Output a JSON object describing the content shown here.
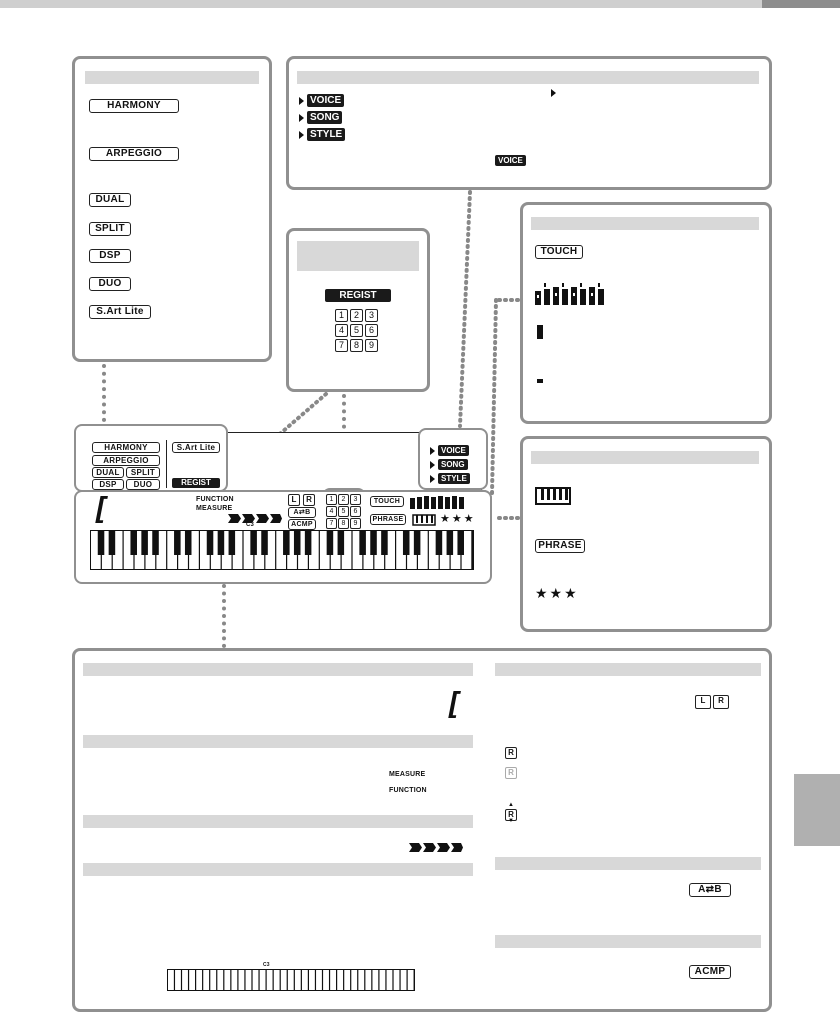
{
  "panel_labels": {
    "harmony": "HARMONY",
    "arpeggio": "ARPEGGIO",
    "dual": "DUAL",
    "split": "SPLIT",
    "dsp": "DSP",
    "duo": "DUO",
    "sart": "S.Art Lite",
    "voice": "VOICE",
    "song": "SONG",
    "style": "STYLE",
    "regist": "REGIST",
    "touch": "TOUCH",
    "phrase": "PHRASE",
    "stars": "★★★",
    "function": "FUNCTION",
    "measure": "MEASURE",
    "lr_l": "L",
    "lr_r": "R",
    "ab": "A⇄B",
    "acmp": "ACMP",
    "c3": "C3"
  },
  "regist_numbers": [
    "1",
    "2",
    "3",
    "4",
    "5",
    "6",
    "7",
    "8",
    "9"
  ],
  "colors": {
    "frame": "#909090",
    "bar": "#d8d8d8",
    "ink": "#111111"
  }
}
